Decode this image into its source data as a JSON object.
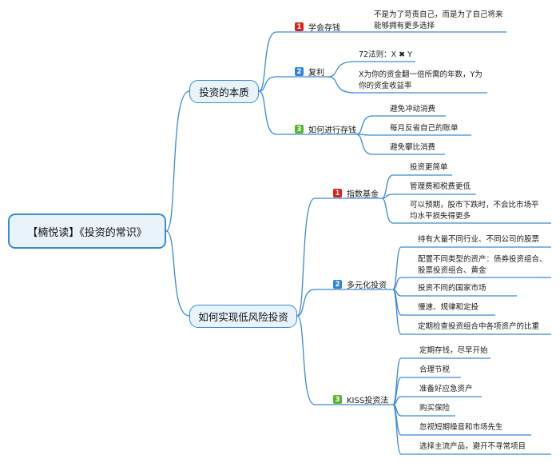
{
  "root": {
    "title": "【楠悦读】《投资的常识》"
  },
  "branches": [
    {
      "title": "投资的本质",
      "children": [
        {
          "num": "1",
          "color": "#d9241c",
          "label": "学会存钱",
          "leaves": [
            {
              "lines": [
                "不是为了苛责自己，而是为了自己将来",
                "能够拥有更多选择"
              ]
            }
          ]
        },
        {
          "num": "2",
          "color": "#2f84d8",
          "label": "复利",
          "leaves": [
            {
              "lines": [
                "72法则：X ✖ Y"
              ]
            },
            {
              "lines": [
                "X为你的资金翻一倍所需的年数，Y为",
                "你的资金收益率"
              ]
            }
          ]
        },
        {
          "num": "3",
          "color": "#5ab52e",
          "label": "如何进行存钱",
          "leaves": [
            {
              "lines": [
                "避免冲动消费"
              ]
            },
            {
              "lines": [
                "每月反省自己的账单"
              ]
            },
            {
              "lines": [
                "避免攀比消费"
              ]
            }
          ]
        }
      ]
    },
    {
      "title": "如何实现低风险投资",
      "children": [
        {
          "num": "1",
          "color": "#d9241c",
          "label": "指数基金",
          "leaves": [
            {
              "lines": [
                "投资更简单"
              ]
            },
            {
              "lines": [
                "管理费和税费更低"
              ]
            },
            {
              "lines": [
                "可以预期，股市下跌时，不会比市场平",
                "均水平损失得更多"
              ]
            }
          ]
        },
        {
          "num": "2",
          "color": "#2f84d8",
          "label": "多元化投资",
          "leaves": [
            {
              "lines": [
                "持有大量不同行业、不同公司的股票"
              ]
            },
            {
              "lines": [
                "配置不同类型的资产：债券投资组合、",
                "股票投资组合、黄金"
              ]
            },
            {
              "lines": [
                "投资不同的国家市场"
              ]
            },
            {
              "lines": [
                "慢速、规律和定投"
              ]
            },
            {
              "lines": [
                "定期检查投资组合中各项资产的比重"
              ]
            }
          ]
        },
        {
          "num": "3",
          "color": "#5ab52e",
          "label": "KISS投资法",
          "leaves": [
            {
              "lines": [
                "定期存钱，尽早开始"
              ]
            },
            {
              "lines": [
                "合理节税"
              ]
            },
            {
              "lines": [
                "准备好应急资产"
              ]
            },
            {
              "lines": [
                "购买保险"
              ]
            },
            {
              "lines": [
                "忽视短期噪音和市场先生"
              ]
            },
            {
              "lines": [
                "选择主流产品，避开不寻常项目"
              ]
            }
          ]
        }
      ]
    }
  ],
  "colors": {
    "line": "#3a8ad6",
    "node_fill": "#e8f3fc"
  }
}
